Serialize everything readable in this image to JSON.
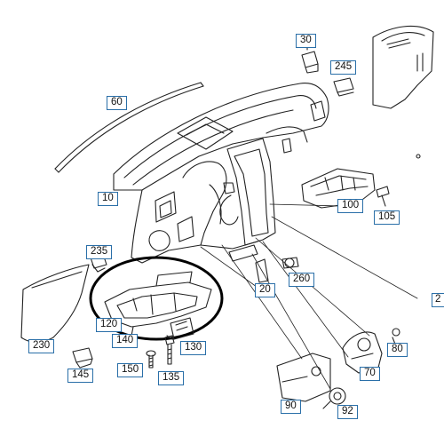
{
  "diagram": {
    "accent_color": "#2a6fa8",
    "line_color": "#222222",
    "highlight_color": "#000000",
    "highlighted_callout": "120",
    "callouts": [
      {
        "id": "c30",
        "label": "30"
      },
      {
        "id": "c245",
        "label": "245"
      },
      {
        "id": "c60",
        "label": "60"
      },
      {
        "id": "c10",
        "label": "10"
      },
      {
        "id": "c100",
        "label": "100"
      },
      {
        "id": "c105",
        "label": "105"
      },
      {
        "id": "c235",
        "label": "235"
      },
      {
        "id": "c20",
        "label": "20"
      },
      {
        "id": "c260",
        "label": "260"
      },
      {
        "id": "c120",
        "label": "120"
      },
      {
        "id": "c140",
        "label": "140"
      },
      {
        "id": "c130",
        "label": "130"
      },
      {
        "id": "c230",
        "label": "230"
      },
      {
        "id": "c145",
        "label": "145"
      },
      {
        "id": "c150",
        "label": "150"
      },
      {
        "id": "c135",
        "label": "135"
      },
      {
        "id": "c80",
        "label": "80"
      },
      {
        "id": "c70",
        "label": "70"
      },
      {
        "id": "c90",
        "label": "90"
      },
      {
        "id": "c92",
        "label": "92"
      },
      {
        "id": "c2",
        "label": "2"
      }
    ]
  }
}
